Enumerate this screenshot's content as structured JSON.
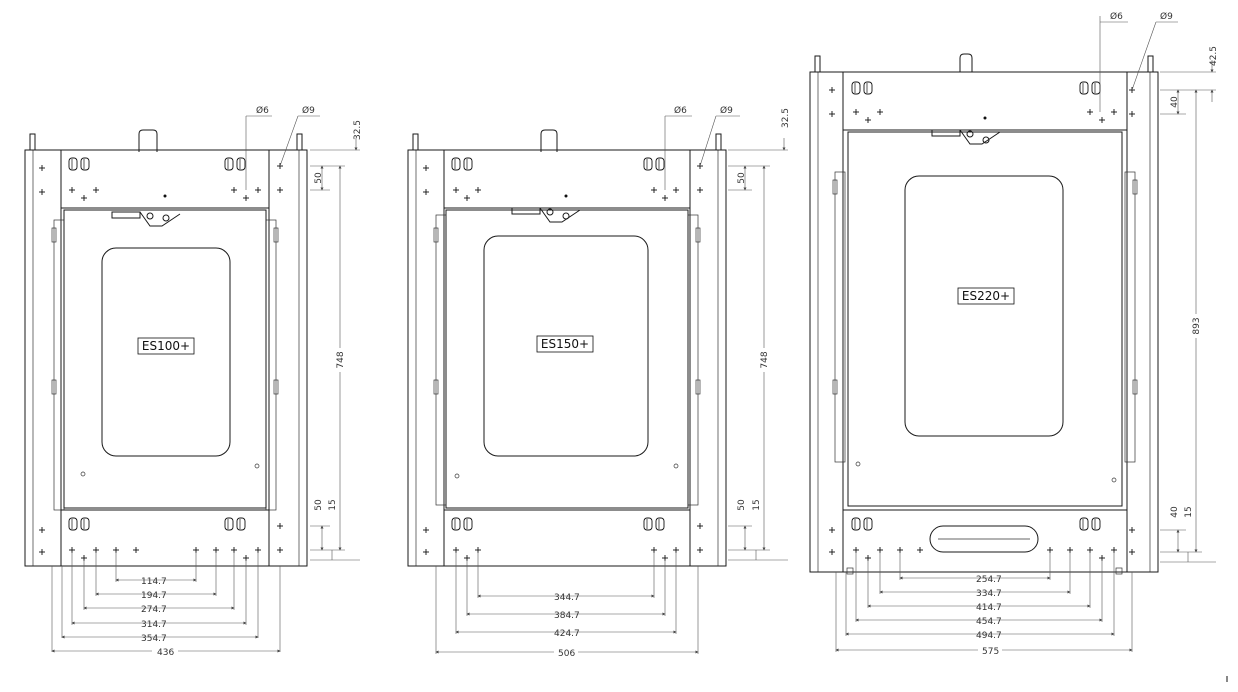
{
  "units": [
    {
      "id": "es100",
      "label": "ES100+",
      "top_dims": {
        "hole_small": "Ø6",
        "hole_large": "Ø9"
      },
      "right_dims": [
        "32.5",
        "50",
        "748",
        "50",
        "15"
      ],
      "bottom_dims": [
        "114.7",
        "194.7",
        "274.7",
        "314.7",
        "354.7",
        "436"
      ]
    },
    {
      "id": "es150",
      "label": "ES150+",
      "top_dims": {
        "hole_small": "Ø6",
        "hole_large": "Ø9"
      },
      "right_dims": [
        "32.5",
        "50",
        "748",
        "50",
        "15"
      ],
      "bottom_dims": [
        "344.7",
        "384.7",
        "424.7",
        "506"
      ]
    },
    {
      "id": "es220",
      "label": "ES220+",
      "top_dims": {
        "hole_small": "Ø6",
        "hole_large": "Ø9"
      },
      "right_dims": [
        "42.5",
        "40",
        "893",
        "40",
        "15"
      ],
      "bottom_dims": [
        "254.7",
        "334.7",
        "414.7",
        "454.7",
        "494.7",
        "575"
      ]
    }
  ]
}
